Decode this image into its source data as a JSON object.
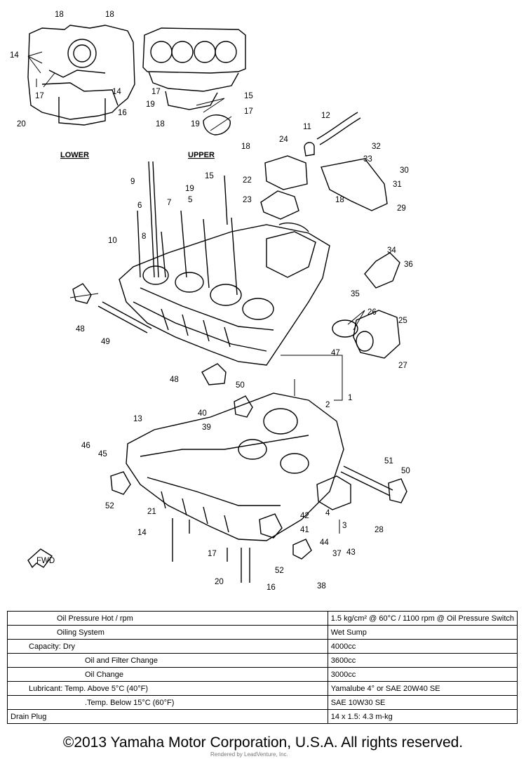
{
  "views": {
    "lower": "LOWER",
    "upper": "UPPER"
  },
  "callouts": [
    "1",
    "2",
    "3",
    "4",
    "5",
    "6",
    "7",
    "8",
    "9",
    "10",
    "11",
    "12",
    "13",
    "14",
    "15",
    "16",
    "17",
    "18",
    "19",
    "20",
    "21",
    "22",
    "23",
    "24",
    "25",
    "26",
    "27",
    "28",
    "29",
    "30",
    "31",
    "32",
    "33",
    "34",
    "35",
    "36",
    "37",
    "38",
    "39",
    "40",
    "41",
    "42",
    "43",
    "44",
    "45",
    "46",
    "47",
    "48",
    "49",
    "50",
    "51",
    "52"
  ],
  "specs": [
    {
      "label": "Oil Pressure Hot / rpm",
      "value": "1.5 kg/cm² @ 60°C / 1100 rpm @ Oil Pressure Switch"
    },
    {
      "label": "Oiling System",
      "value": "Wet Sump"
    },
    {
      "label": "Capacity: Dry",
      "value": "4000cc"
    },
    {
      "label": "Oil and Filter Change",
      "value": "3600cc"
    },
    {
      "label": "Oil Change",
      "value": "3000cc"
    },
    {
      "label": "Lubricant: Temp. Above 5°C (40°F)",
      "value": "Yamalube 4° or SAE 20W40 SE"
    },
    {
      "label": ".Temp. Below 15°C (60°F)",
      "value": "SAE 10W30 SE"
    },
    {
      "label": "Drain Plug",
      "value": "14 x 1.5: 4.3 m-kg"
    }
  ],
  "copyright": "©2013 Yamaha Motor Corporation, U.S.A. All rights reserved.",
  "watermark": "Rendered by LeadVenture, Inc.",
  "fwd_label": "FWD"
}
